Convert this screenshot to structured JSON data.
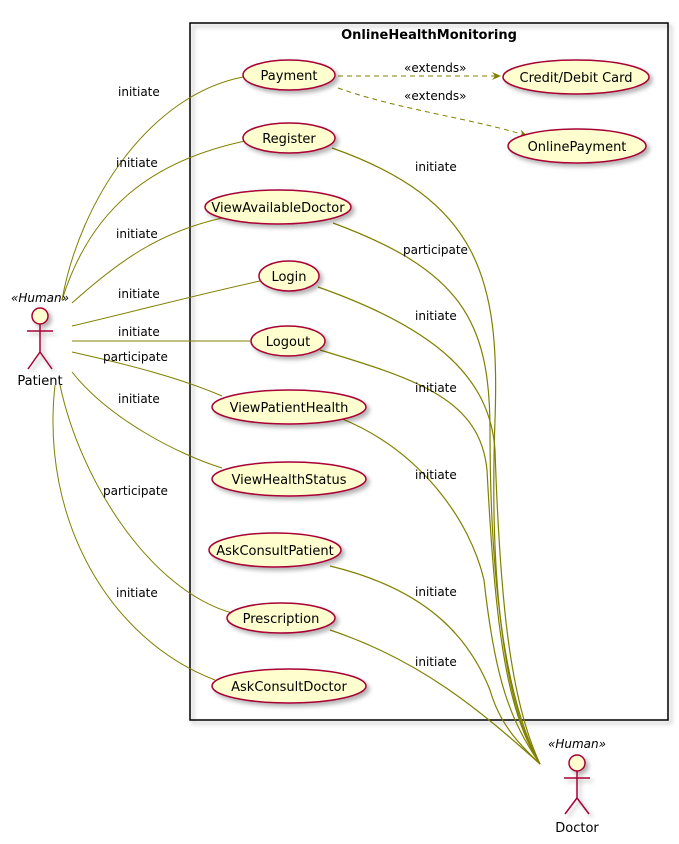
{
  "system": {
    "title": "OnlineHealthMonitoring"
  },
  "actors": {
    "patient": {
      "name": "Patient",
      "stereotype": "«Human»"
    },
    "doctor": {
      "name": "Doctor",
      "stereotype": "«Human»"
    }
  },
  "use_cases": {
    "payment": "Payment",
    "register": "Register",
    "view_available_doctor": "ViewAvailableDoctor",
    "login": "Login",
    "logout": "Logout",
    "view_patient_health": "ViewPatientHealth",
    "view_health_status": "ViewHealthStatus",
    "ask_consult_patient": "AskConsultPatient",
    "prescription": "Prescription",
    "ask_consult_doctor": "AskConsultDoctor",
    "credit_debit_card": "Credit/Debit Card",
    "online_payment": "OnlinePayment"
  },
  "patient_links": {
    "payment": "initiate",
    "register": "initiate",
    "view_available_doctor": "initiate",
    "login": "initiate",
    "logout": "initiate",
    "view_patient_health": "participate",
    "view_health_status": "initiate",
    "prescription": "participate",
    "ask_consult_doctor": "initiate"
  },
  "doctor_links": {
    "register": "initiate",
    "view_available_doctor": "participate",
    "login": "initiate",
    "logout": "initiate",
    "view_patient_health": "initiate",
    "ask_consult_patient": "initiate",
    "prescription": "initiate"
  },
  "extends": {
    "credit_debit_card": "«extends»",
    "online_payment": "«extends»"
  },
  "colors": {
    "usecase_fill": "#FEFECE",
    "usecase_border": "#A80036",
    "association_line": "#808000",
    "box_border": "#000000"
  }
}
